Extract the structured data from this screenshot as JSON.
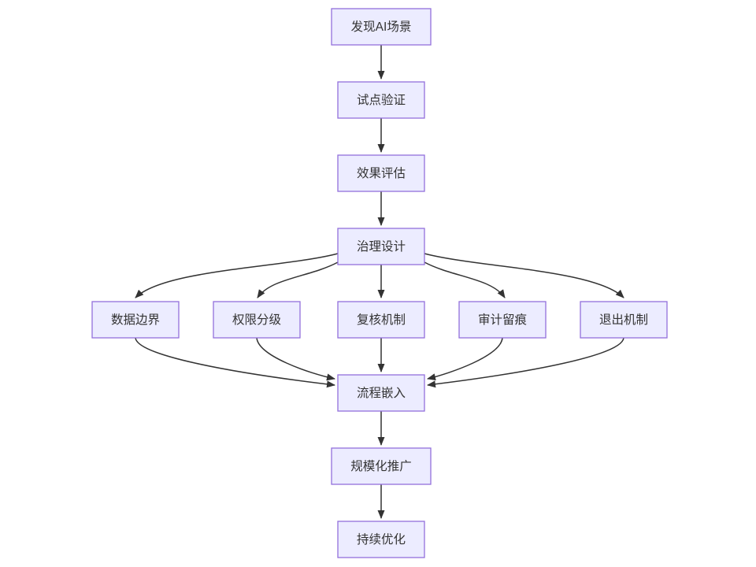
{
  "diagram": {
    "type": "flowchart",
    "direction": "top-down",
    "nodes": [
      {
        "id": "discover-ai-scenario",
        "label": "发现AI场景"
      },
      {
        "id": "pilot-validation",
        "label": "试点验证"
      },
      {
        "id": "effect-evaluation",
        "label": "效果评估"
      },
      {
        "id": "governance-design",
        "label": "治理设计"
      },
      {
        "id": "data-boundary",
        "label": "数据边界"
      },
      {
        "id": "permission-tiering",
        "label": "权限分级"
      },
      {
        "id": "review-mechanism",
        "label": "复核机制"
      },
      {
        "id": "audit-trail",
        "label": "审计留痕"
      },
      {
        "id": "exit-mechanism",
        "label": "退出机制"
      },
      {
        "id": "process-embedding",
        "label": "流程嵌入"
      },
      {
        "id": "scale-rollout",
        "label": "规模化推广"
      },
      {
        "id": "continuous-optimization",
        "label": "持续优化"
      }
    ],
    "edges": [
      {
        "from": "发现AI场景",
        "to": "试点验证"
      },
      {
        "from": "试点验证",
        "to": "效果评估"
      },
      {
        "from": "效果评估",
        "to": "治理设计"
      },
      {
        "from": "治理设计",
        "to": "数据边界"
      },
      {
        "from": "治理设计",
        "to": "权限分级"
      },
      {
        "from": "治理设计",
        "to": "复核机制"
      },
      {
        "from": "治理设计",
        "to": "审计留痕"
      },
      {
        "from": "治理设计",
        "to": "退出机制"
      },
      {
        "from": "数据边界",
        "to": "流程嵌入"
      },
      {
        "from": "权限分级",
        "to": "流程嵌入"
      },
      {
        "from": "复核机制",
        "to": "流程嵌入"
      },
      {
        "from": "审计留痕",
        "to": "流程嵌入"
      },
      {
        "from": "退出机制",
        "to": "流程嵌入"
      },
      {
        "from": "流程嵌入",
        "to": "规模化推广"
      },
      {
        "from": "规模化推广",
        "to": "持续优化"
      }
    ]
  },
  "colors": {
    "node_fill": "#ECECFF",
    "node_border": "#9370DB",
    "edge_color": "#333333",
    "text_color": "#333333",
    "background": "#FFFFFF"
  }
}
